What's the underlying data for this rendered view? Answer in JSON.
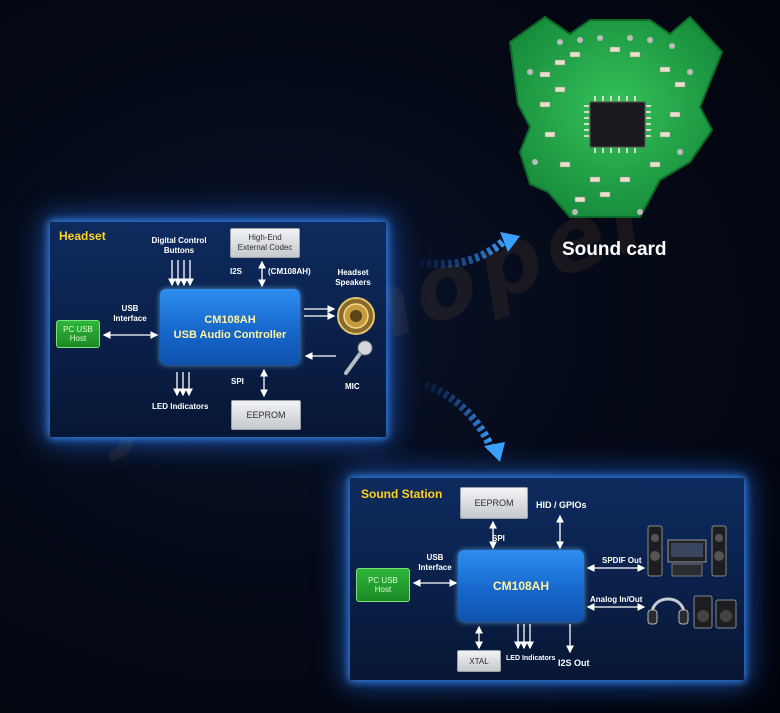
{
  "sound_card": {
    "label": "Sound card"
  },
  "watermark": "yongnoper",
  "headset": {
    "title": "Headset",
    "digital_control": "Digital Control\nButtons",
    "codec": "High-End\nExternal Codec",
    "i2s": "I2S",
    "cm108ah_paren": "(CM108AH)",
    "speakers": "Headset\nSpeakers",
    "usb_interface": "USB\nInterface",
    "host": "PC USB\nHost",
    "controller_line1": "CM108AH",
    "controller_line2": "USB Audio Controller",
    "mic": "MIC",
    "spi": "SPI",
    "led": "LED Indicators",
    "eeprom": "EEPROM"
  },
  "station": {
    "title": "Sound Station",
    "eeprom": "EEPROM",
    "hid": "HID / GPIOs",
    "spi": "SPI",
    "usb_interface": "USB\nInterface",
    "host": "PC USB\nHost",
    "controller": "CM108AH",
    "spdif": "SPDIF Out",
    "analog": "Analog In/Out",
    "xtal": "XTAL",
    "led": "LED Indicators",
    "i2s_out": "I2S Out"
  },
  "colors": {
    "panel_title": "#ffd21e",
    "controller": "#1f7de0",
    "host": "#24a22f",
    "pcb": "#1fa64a",
    "glow": "#2878ff"
  }
}
